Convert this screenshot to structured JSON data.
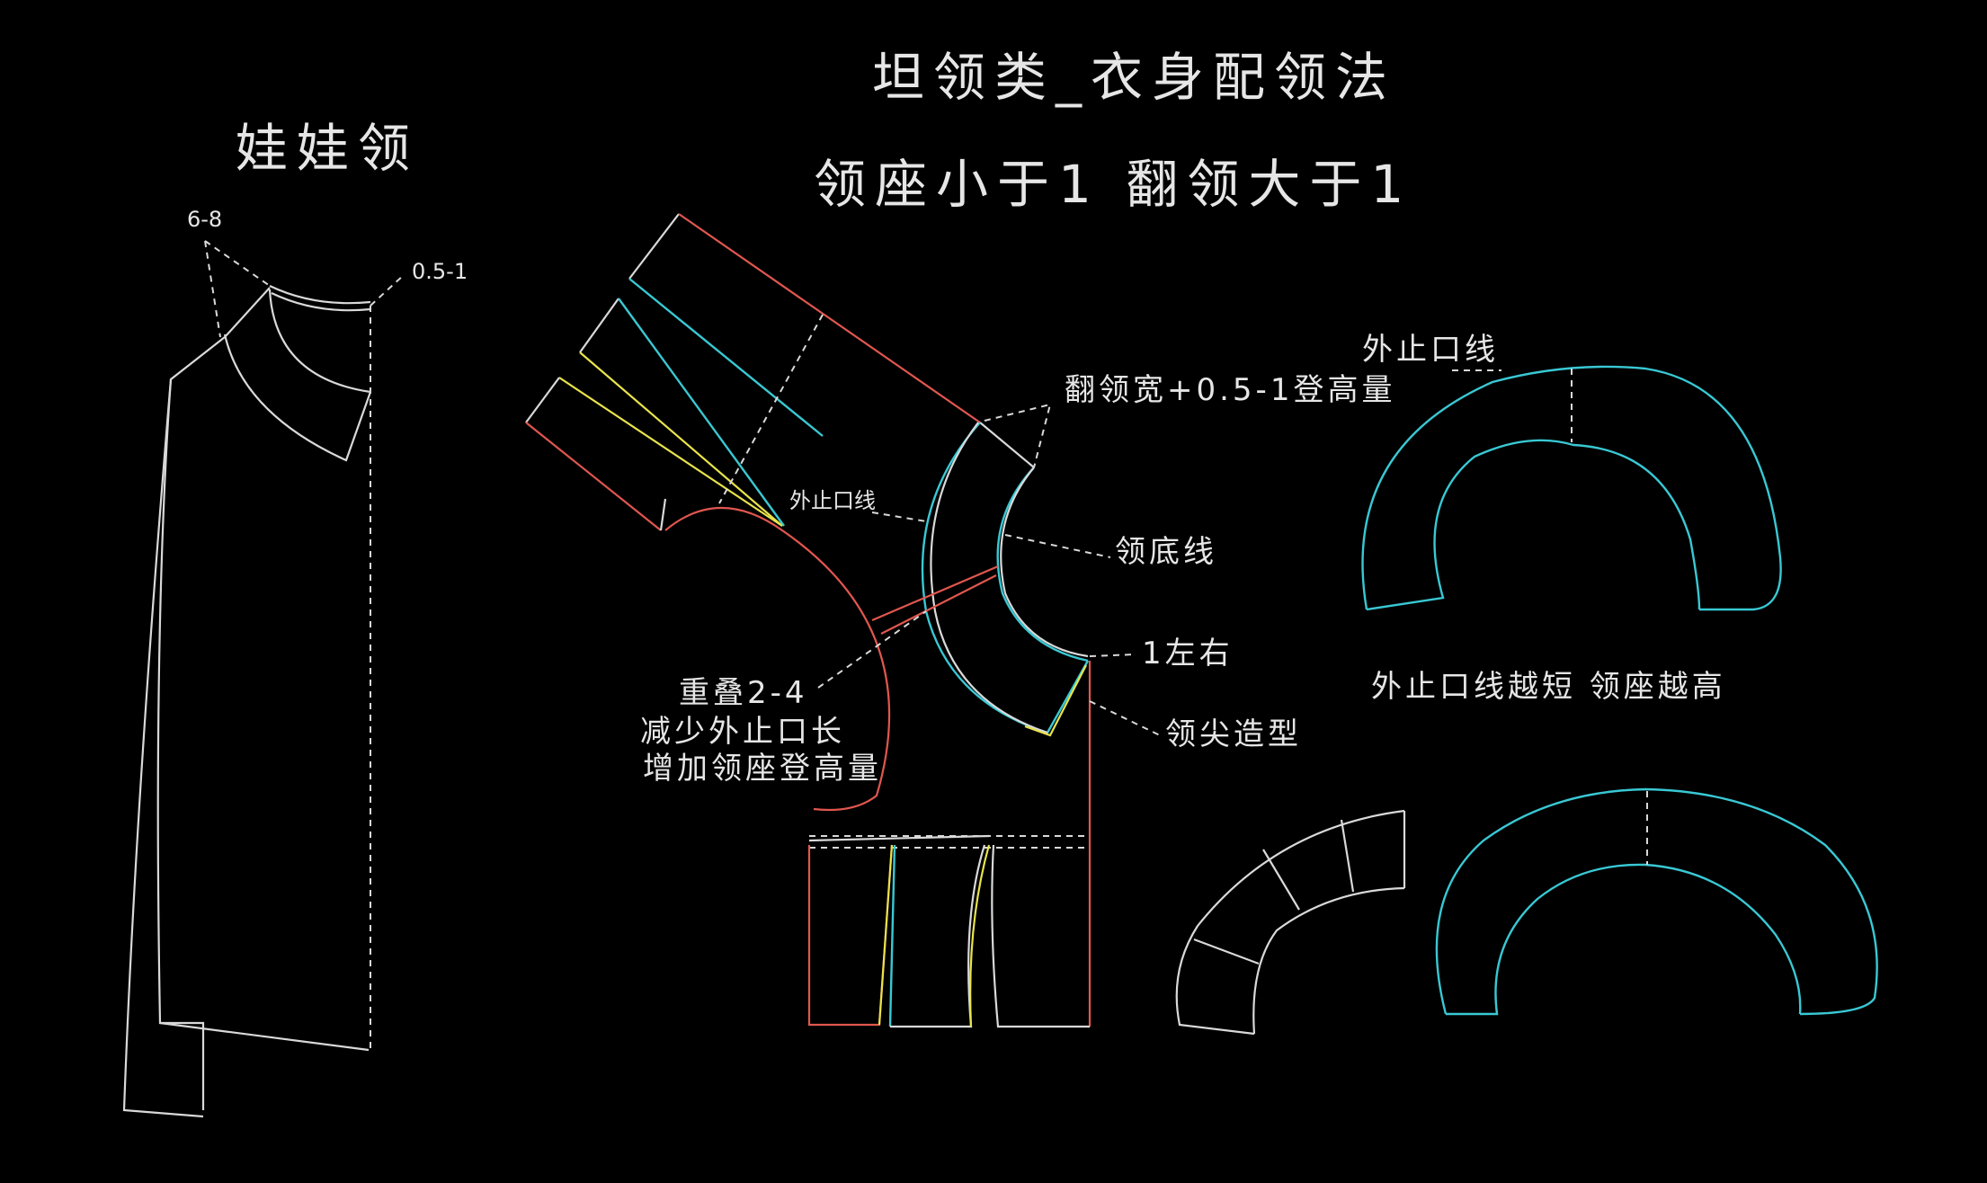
{
  "title": "坦领类_衣身配领法",
  "subtitle": "领座小于1   翻领大于1",
  "left_title": "娃娃领",
  "labels": {
    "dim_6_8": "6-8",
    "dim_0_5_1": "0.5-1",
    "flip_width": "翻领宽+0.5-1登高量",
    "outer_line_small": "外止口线",
    "neck_base": "领底线",
    "approx_1": "1左右",
    "collar_tip": "领尖造型",
    "overlap_1": "重叠2-4",
    "overlap_2": "减少外止口长",
    "overlap_3": "增加领座登高量",
    "outer_line": "外止口线",
    "rule": "外止口线越短    领座越高"
  },
  "colors": {
    "outline": "#d9d9d9",
    "red": "#e0574f",
    "cyan": "#39c8d4",
    "yellow": "#e8e34c"
  }
}
